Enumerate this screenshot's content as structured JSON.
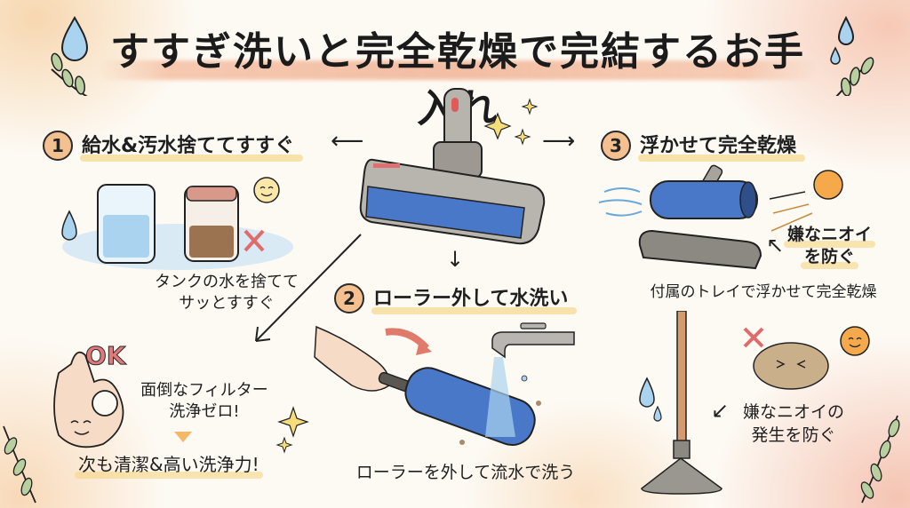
{
  "title": "すすぎ洗いと完全乾燥で完結するお手入れ",
  "steps": [
    {
      "number": "1",
      "label": "給水&汚水捨ててすすぐ",
      "caption_lines": [
        "タンクの水を捨てて",
        "サッとすすぐ"
      ]
    },
    {
      "number": "2",
      "label": "ローラー外して水洗い",
      "caption": "ローラーを外して流水で洗う"
    },
    {
      "number": "3",
      "label": "浮かせて完全乾燥",
      "caption": "付属のトレイで浮かせて完全乾燥",
      "callout_lines": [
        "嫌なニオイ",
        "を防ぐ"
      ]
    }
  ],
  "benefits": {
    "ok_badge": "OK",
    "filter_lines": [
      "面倒なフィルター",
      "洗浄ゼロ!"
    ],
    "result": "次も清潔&高い洗浄力!",
    "odor_lines": [
      "嫌なニオイの",
      "発生を防ぐ"
    ]
  },
  "colors": {
    "step_circle": "#f5c08f",
    "highlight": "#f6d682",
    "roller_blue": "#4a78c8",
    "title_brush": "#eb9a6e",
    "cross_red": "#e06b6b",
    "sun": "#f6a94a"
  }
}
